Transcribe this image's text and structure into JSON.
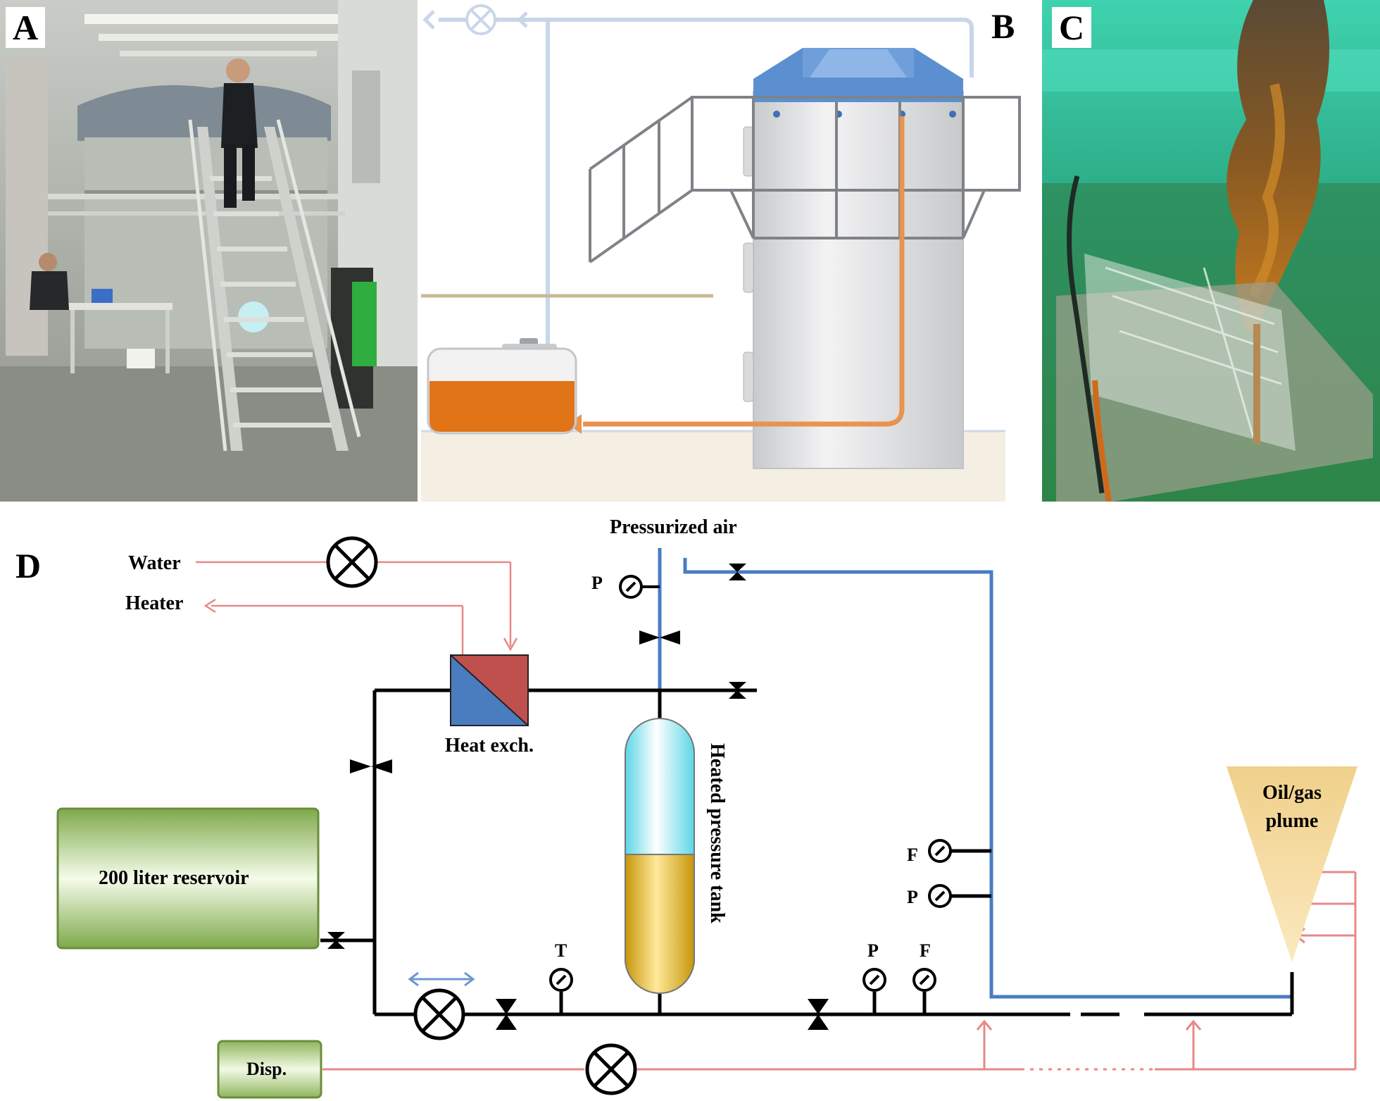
{
  "panels": {
    "a": {
      "label": "A"
    },
    "b": {
      "label": "B"
    },
    "c": {
      "label": "C"
    },
    "d": {
      "label": "D"
    }
  },
  "schematic": {
    "pressurized_air": "Pressurized air",
    "water": "Water",
    "heater": "Heater",
    "heat_exchanger": "Heat exch.",
    "pressure_tank": "Heated pressure tank",
    "reservoir": "200 liter reservoir",
    "dispersant": "Disp.",
    "plume_line1": "Oil/gas",
    "plume_line2": "plume",
    "gauge_p": "P",
    "gauge_t": "T",
    "gauge_f": "F"
  },
  "colors": {
    "air_line": "#4a7cc0",
    "water_line": "#e88888",
    "oil": "#d4a60c",
    "tank_orange": "#e07416",
    "reservoir_green": "#9cc56a",
    "tower_blue": "#5b8fd0"
  }
}
